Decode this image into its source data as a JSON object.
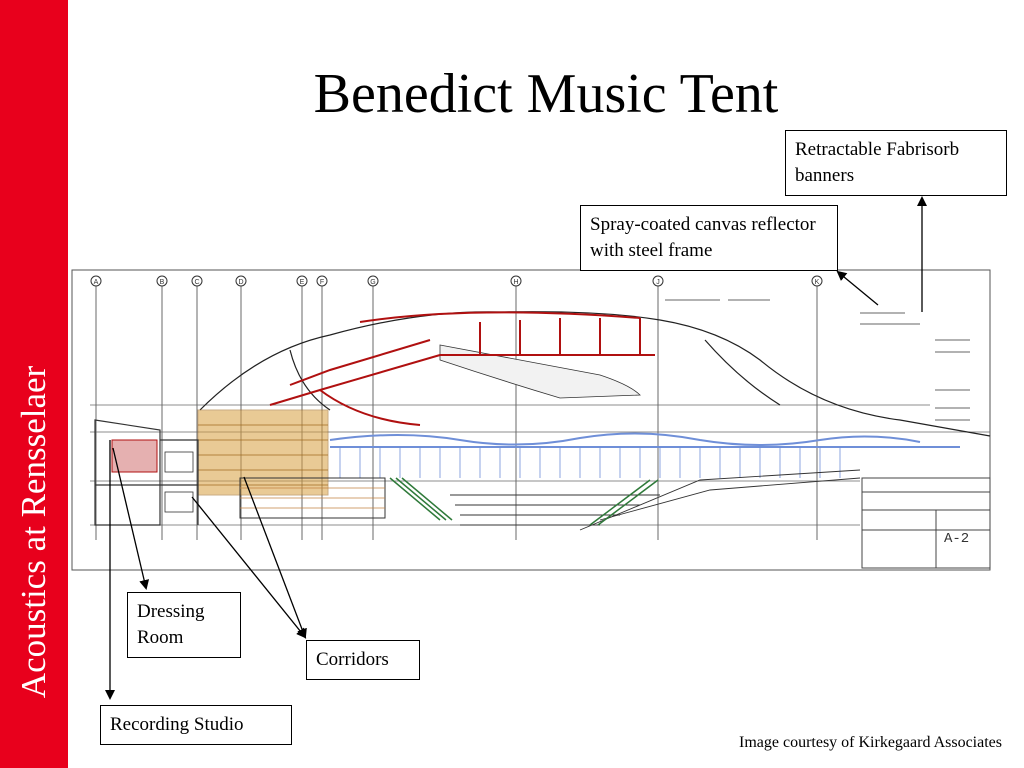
{
  "slide": {
    "title": "Benedict Music Tent",
    "sidebar_text": "Acoustics at Rensselaer",
    "credit": "Image courtesy of Kirkegaard Associates"
  },
  "callouts": {
    "retractable": "Retractable Fabrisorb banners",
    "spray": "Spray-coated canvas reflector with steel frame",
    "dressing": "Dressing Room",
    "corridors": "Corridors",
    "studio": "Recording Studio"
  },
  "drawing": {
    "grid_labels": [
      "A",
      "B",
      "C",
      "D",
      "E",
      "F",
      "G",
      "H",
      "J",
      "K"
    ],
    "title_block_label": "A-2"
  },
  "colors": {
    "sidebar": "#e8001c",
    "steel_truss": "#b01010",
    "wood": "#d8a040",
    "blue_banner": "#6f8fd8",
    "green_stairs": "#2f7a3a"
  }
}
